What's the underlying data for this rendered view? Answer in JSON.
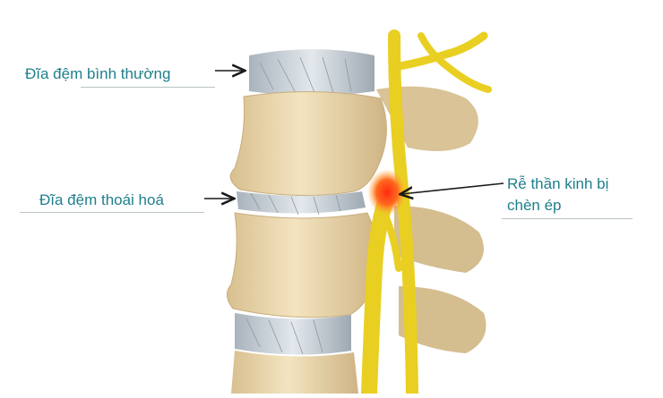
{
  "labels": {
    "normal_disc": "Đĩa đệm bình thường",
    "degenerated_disc": "Đĩa đệm thoái hoá",
    "nerve_root_line1": "Rễ thần kinh bị",
    "nerve_root_line2": "chèn ép"
  },
  "colors": {
    "label_text": "#1e7f8c",
    "bone": "#eedcb3",
    "disc": "#c9d1d9",
    "nerve": "#f0d52a",
    "compression": "#ff3b1c",
    "arrow": "#1a1a1a"
  }
}
